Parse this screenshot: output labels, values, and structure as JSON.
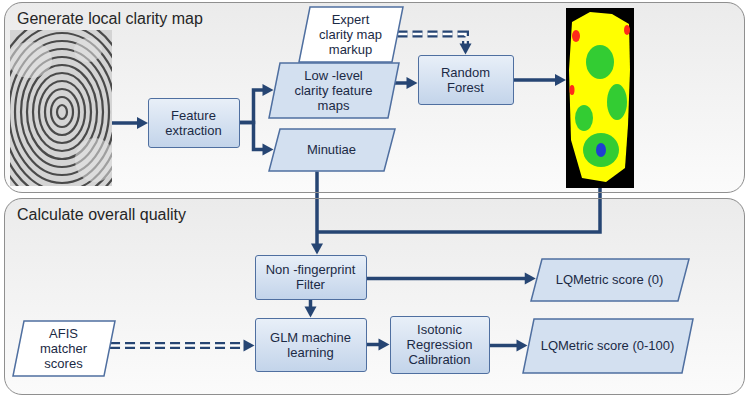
{
  "diagram": {
    "nodes": [
      {
        "text": [
          "Generate local clarity map"
        ]
      },
      {
        "text": [
          "Expert clarity map markup"
        ],
        "in": 0
      },
      {
        "text": [
          "Feature extraction"
        ],
        "in": 0
      },
      {
        "text": [
          "Low -level clarity feature maps"
        ],
        "in": 0
      },
      {
        "text": [
          "Random Forest"
        ],
        "in": 0
      },
      {
        "text": [
          "Minutiae"
        ],
        "in": 0
      },
      {
        "text": [
          "Calculate overall quality"
        ]
      },
      {
        "text": [
          "Non -fingerprint Filter"
        ],
        "in": 6
      },
      {
        "text": [
          "LQMetric score (0)"
        ],
        "in": 6
      },
      {
        "text": [
          "AFIS matcher scores"
        ],
        "in": 6
      },
      {
        "text": [
          "GLM machine learning"
        ],
        "in": 6
      },
      {
        "text": [
          "Isotonic Regression Calibration"
        ],
        "in": 6
      },
      {
        "text": [
          "LQMetric score (0-100)"
        ],
        "in": 6
      }
    ],
    "edges": [
      {
        "from": 1,
        "to": 4,
        "arrow": "to"
      },
      {
        "from": 2,
        "to": 3,
        "arrow": "to"
      },
      {
        "from": 2,
        "to": 5,
        "arrow": "to"
      },
      {
        "from": 3,
        "to": 4,
        "arrow": "to"
      },
      {
        "from": 5,
        "to": 7,
        "arrow": "to"
      },
      {
        "from": 7,
        "to": 8,
        "arrow": "to"
      },
      {
        "from": 7,
        "to": 10,
        "arrow": "to"
      },
      {
        "from": 9,
        "to": 10,
        "arrow": "to"
      },
      {
        "from": 10,
        "to": 11,
        "arrow": "to"
      },
      {
        "from": 11,
        "to": 12,
        "arrow": "to"
      }
    ]
  }
}
